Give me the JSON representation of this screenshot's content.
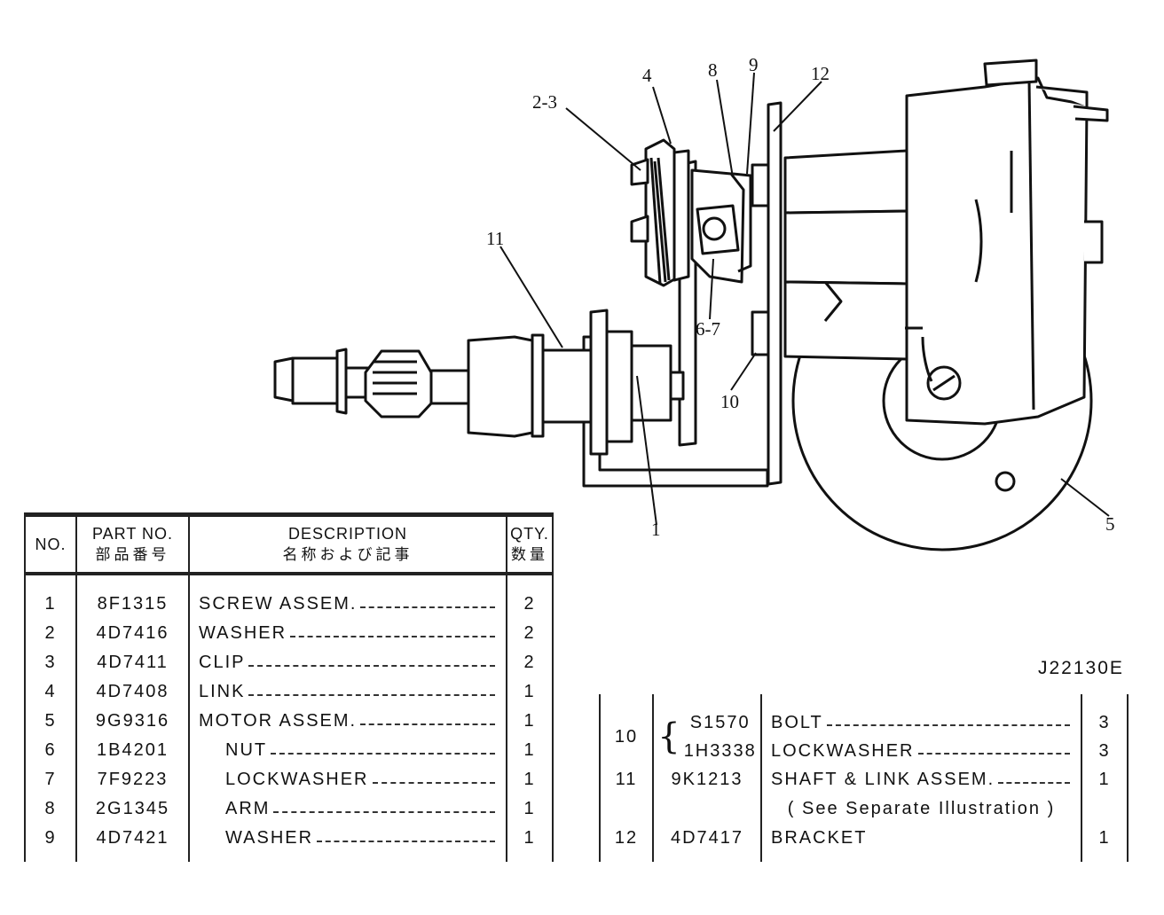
{
  "figure": {
    "document_id": "J22130E",
    "callouts": [
      "2-3",
      "4",
      "8",
      "9",
      "12",
      "11",
      "6-7",
      "10",
      "1",
      "5"
    ]
  },
  "left_table": {
    "headers": {
      "no": "NO.",
      "part_no": "PART NO.",
      "part_no_jp": "部品番号",
      "description": "DESCRIPTION",
      "description_jp": "名称および記事",
      "qty": "QTY.",
      "qty_jp": "数量"
    },
    "rows": [
      {
        "no": "1",
        "part_no": "8F1315",
        "description": "SCREW ASSEM.",
        "qty": "2"
      },
      {
        "no": "2",
        "part_no": "4D7416",
        "description": "WASHER",
        "qty": "2"
      },
      {
        "no": "3",
        "part_no": "4D7411",
        "description": "CLIP",
        "qty": "2"
      },
      {
        "no": "4",
        "part_no": "4D7408",
        "description": "LINK",
        "qty": "1"
      },
      {
        "no": "5",
        "part_no": "9G9316",
        "description": "MOTOR ASSEM.",
        "qty": "1"
      },
      {
        "no": "6",
        "part_no": "1B4201",
        "description": "NUT",
        "qty": "1"
      },
      {
        "no": "7",
        "part_no": "7F9223",
        "description": "LOCKWASHER",
        "qty": "1"
      },
      {
        "no": "8",
        "part_no": "2G1345",
        "description": "ARM",
        "qty": "1"
      },
      {
        "no": "9",
        "part_no": "4D7421",
        "description": "WASHER",
        "qty": "1"
      }
    ]
  },
  "right_table": {
    "rows": [
      {
        "no": "10",
        "part_no_a": "S1570",
        "part_no_b": "1H3338",
        "description_a": "BOLT",
        "description_b": "LOCKWASHER",
        "qty_a": "3",
        "qty_b": "3"
      },
      {
        "no": "11",
        "part_no": "9K1213",
        "description": "SHAFT & LINK ASSEM.",
        "note": "( See Separate Illustration )",
        "qty": "1"
      },
      {
        "no": "12",
        "part_no": "4D7417",
        "description": "BRACKET",
        "qty": "1"
      }
    ]
  }
}
